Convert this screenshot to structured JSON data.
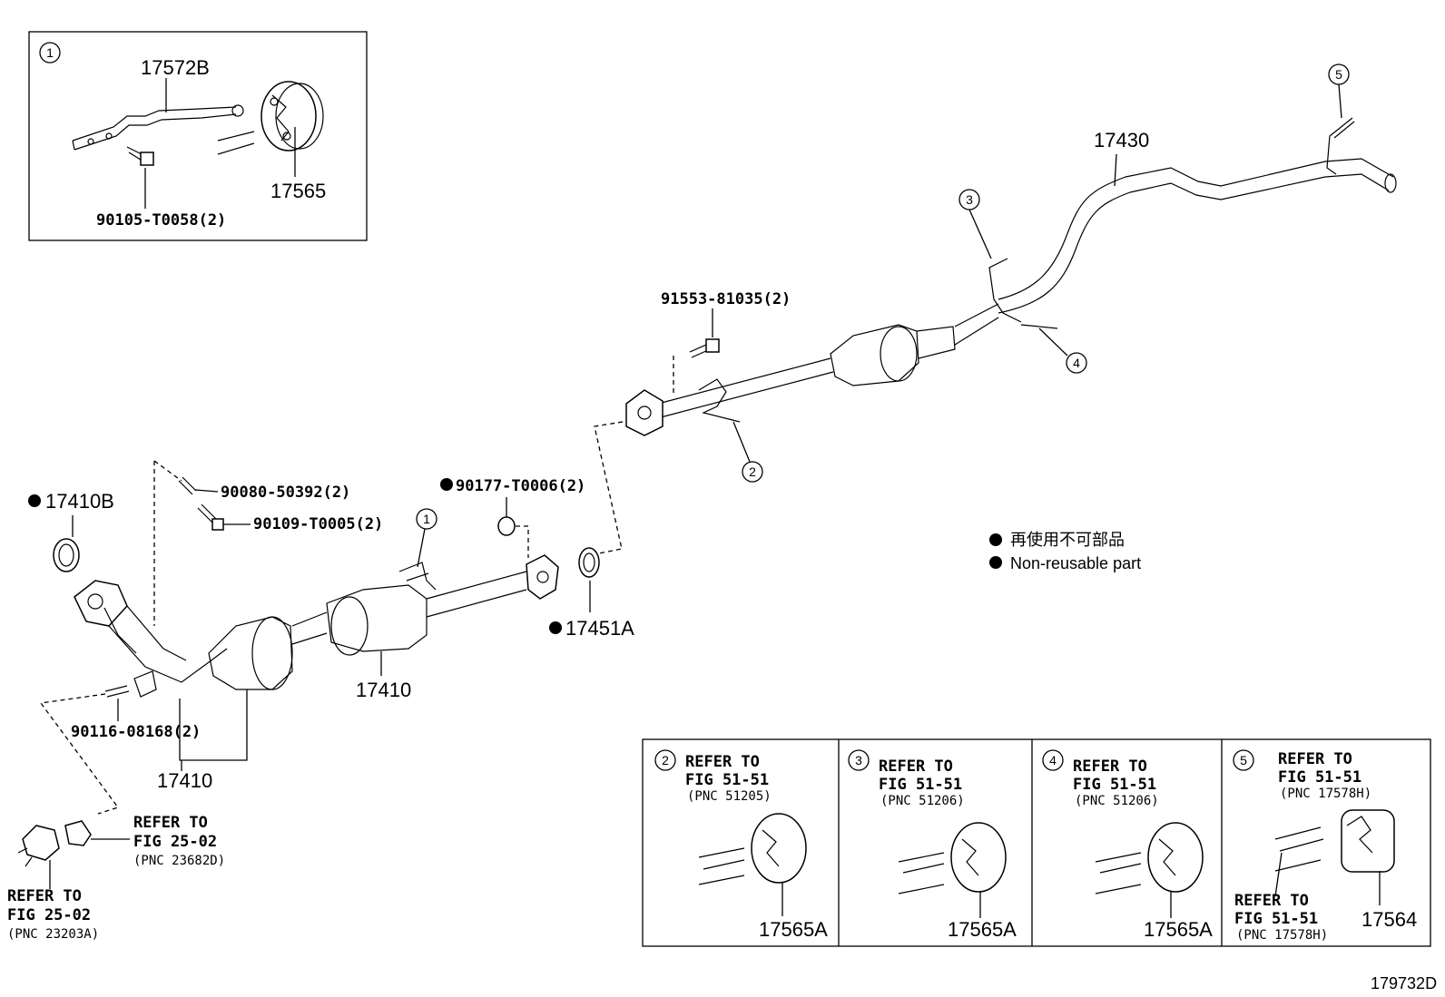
{
  "diagram_id": "179732D",
  "legend": {
    "japanese": "再使用不可部品",
    "english": "Non-reusable part"
  },
  "inset1": {
    "marker": "1",
    "labels": [
      "17572B",
      "17565",
      "90105-T0058(2)"
    ]
  },
  "main_labels": {
    "tailpipe": "17430",
    "bolt_upper": "91553-81035(2)",
    "gasket_front": "17410B",
    "stud_upper": "90080-50392(2)",
    "bolt_mid": "90109-T0005(2)",
    "nut": "90177-T0006(2)",
    "gasket_rear": "17451A",
    "converter_a": "17410",
    "stud_lower": "90116-08168(2)",
    "converter_b": "17410"
  },
  "markers": {
    "m1": "1",
    "m2": "2",
    "m3": "3",
    "m4": "4",
    "m5": "5"
  },
  "refer_left_mid": {
    "line1": "REFER TO",
    "line2": "FIG 25-02",
    "line3": "(PNC 23682D)"
  },
  "refer_left_bottom": {
    "line1": "REFER TO",
    "line2": "FIG 25-02",
    "line3": "(PNC 23203A)"
  },
  "boxes": [
    {
      "marker": "2",
      "line1": "REFER TO",
      "line2": "FIG 51-51",
      "line3": "(PNC 51205)",
      "part": "17565A"
    },
    {
      "marker": "3",
      "line1": "REFER TO",
      "line2": "FIG 51-51",
      "line3": "(PNC 51206)",
      "part": "17565A"
    },
    {
      "marker": "4",
      "line1": "REFER TO",
      "line2": "FIG 51-51",
      "line3": "(PNC 51206)",
      "part": "17565A"
    },
    {
      "marker": "5",
      "line1": "REFER TO",
      "line2": "FIG 51-51",
      "line3": "(PNC 17578H)",
      "part": "17564",
      "sub_line1": "REFER TO",
      "sub_line2": "FIG 51-51",
      "sub_line3": "(PNC 17578H)"
    }
  ]
}
